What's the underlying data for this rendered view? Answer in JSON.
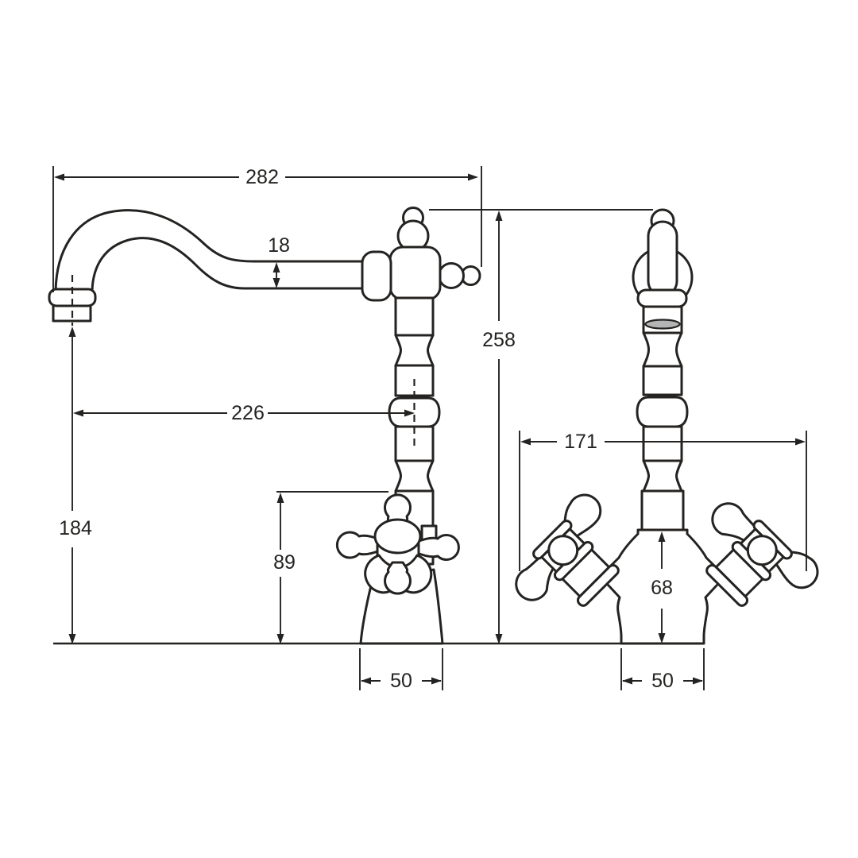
{
  "diagram": {
    "dimensions": {
      "side_view": {
        "overall_width": "282",
        "spout_tube_diameter": "18",
        "spout_reach": "226",
        "spout_outlet_height": "184",
        "handle_height": "89",
        "base_width": "50"
      },
      "front_view": {
        "overall_height": "258",
        "handle_span": "171",
        "body_height": "68",
        "base_width": "50"
      }
    },
    "colors": {
      "line": "#242321",
      "shade_fill": "#b5b5b5",
      "background": "#ffffff"
    }
  }
}
